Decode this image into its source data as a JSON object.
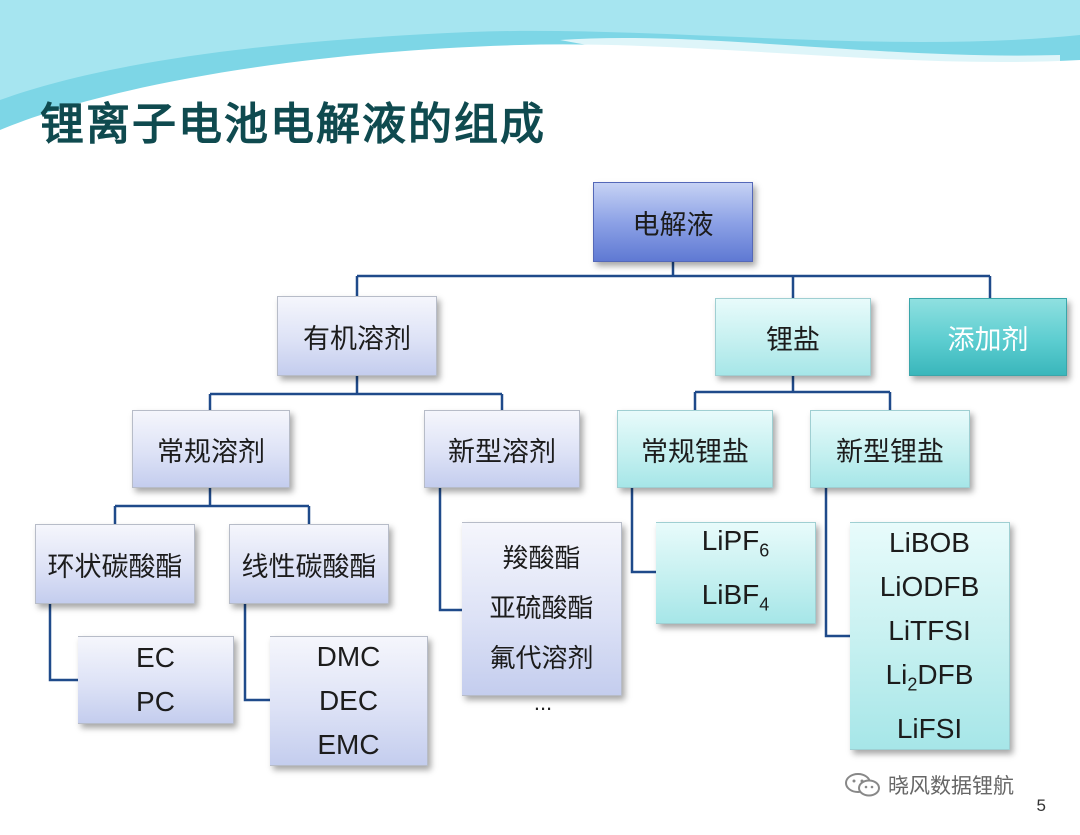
{
  "slide": {
    "title": "锂离子电池电解液的组成",
    "page_number": "5",
    "watermark": "晓风数据锂航"
  },
  "diagram": {
    "root": "电解液",
    "level1": {
      "organic_solvent": "有机溶剂",
      "lithium_salt": "锂盐",
      "additive": "添加剂"
    },
    "level2": {
      "conventional_solvent": "常规溶剂",
      "new_solvent": "新型溶剂",
      "conventional_salt": "常规锂盐",
      "new_salt": "新型锂盐"
    },
    "level3": {
      "cyclic_carbonate": "环状碳酸酯",
      "linear_carbonate": "线性碳酸酯"
    },
    "leaves": {
      "cyclic": [
        "EC",
        "PC"
      ],
      "linear": [
        "DMC",
        "DEC",
        "EMC"
      ],
      "new_solvents": [
        "羧酸酯",
        "亚硫酸酯",
        "氟代溶剂"
      ],
      "new_solvents_more": "...",
      "conventional_salts": [
        {
          "main": "LiPF",
          "sub": "6"
        },
        {
          "main": "LiBF",
          "sub": "4"
        }
      ],
      "new_salts": [
        {
          "pre": "LiBOB"
        },
        {
          "pre": "LiODFB"
        },
        {
          "pre": "LiTFSI"
        },
        {
          "pre": "Li",
          "sub": "2",
          "post": "DFB"
        },
        {
          "pre": "LiFSI"
        }
      ]
    }
  },
  "colors": {
    "title": "#0f4a4f",
    "connector": "#1f4a8a",
    "root_fill": "#7f96e0",
    "lavender_fill": "#dde2f6",
    "mint_fill": "#c5f0f0",
    "teal_fill": "#5ccdd0"
  }
}
